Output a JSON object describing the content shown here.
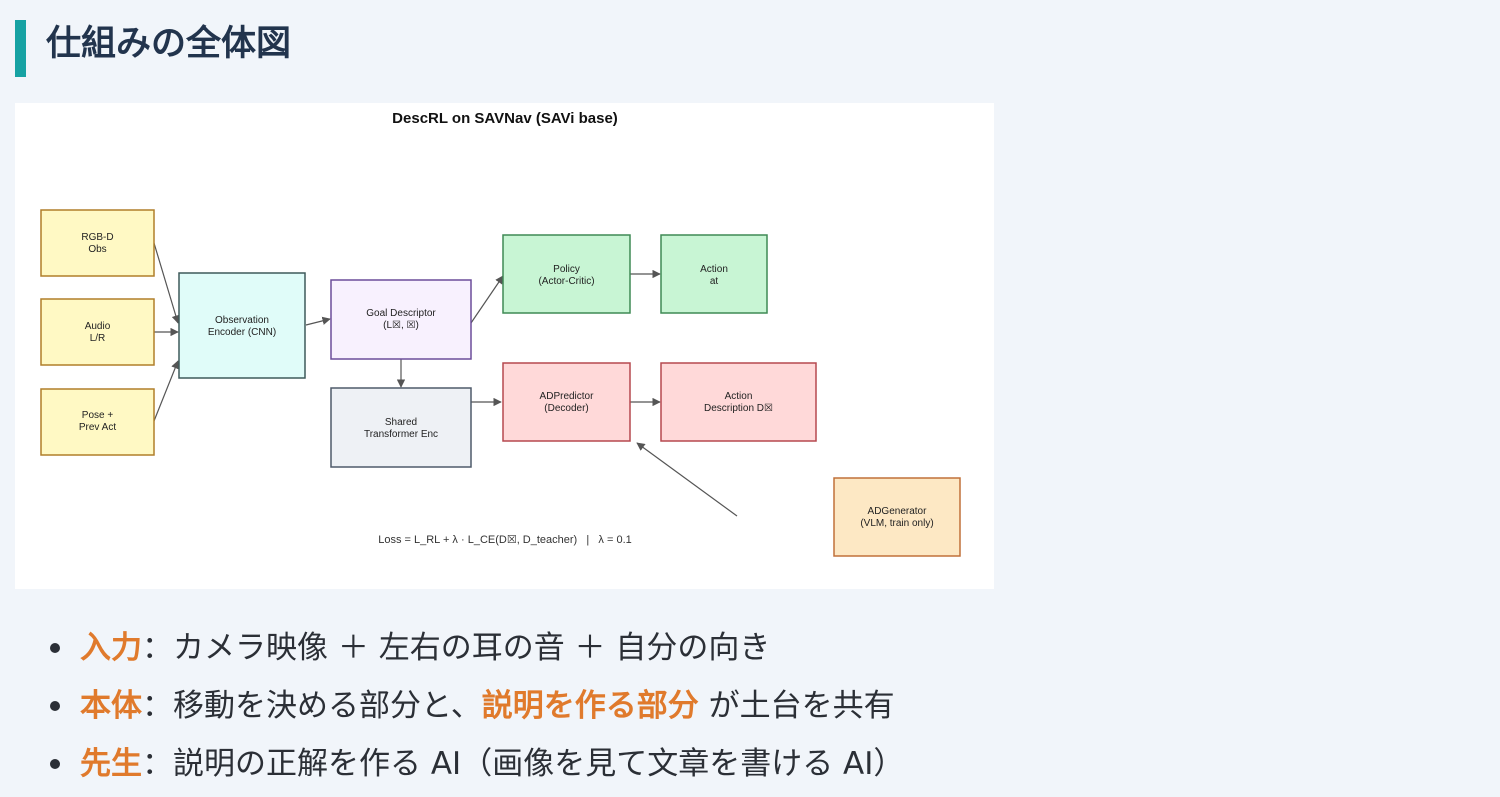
{
  "page": {
    "title": "仕組みの全体図"
  },
  "diagram": {
    "title": "DescRL on SAVNav (SAVi base)",
    "nodes": {
      "rgbd": [
        "RGB-D",
        "Obs"
      ],
      "audio": [
        "Audio",
        "L/R"
      ],
      "pose": [
        "Pose +",
        "Prev Act"
      ],
      "encoder": [
        "Observation",
        "Encoder (CNN)"
      ],
      "goal": [
        "Goal Descriptor",
        "(L☒, ☒)"
      ],
      "shared": [
        "Shared",
        "Transformer Enc"
      ],
      "policy": [
        "Policy",
        "(Actor-Critic)"
      ],
      "action": [
        "Action",
        "at"
      ],
      "adpredictor": [
        "ADPredictor",
        "(Decoder)"
      ],
      "actiondesc": [
        "Action",
        "Description D☒"
      ],
      "adgenerator": [
        "ADGenerator",
        "(VLM, train only)"
      ]
    },
    "loss_text": "Loss = L_RL + λ · L_CE(D☒, D_teacher)   |   λ = 0.1",
    "colors": {
      "input_fill": "#fff9c4",
      "input_stroke": "#b07f2a",
      "encoder_fill": "#e0fcf9",
      "encoder_stroke": "#3e5a5a",
      "goal_fill": "#f8f1fe",
      "goal_stroke": "#6c4d9a",
      "shared_fill": "#eef1f5",
      "shared_stroke": "#4f5a6a",
      "policy_fill": "#c8f5d4",
      "policy_stroke": "#3f8a55",
      "pred_fill": "#ffd9d9",
      "pred_stroke": "#b5484f",
      "gen_fill": "#fde8c4",
      "gen_stroke": "#c0703a"
    }
  },
  "bullets": [
    {
      "term": "入力",
      "sep": "：",
      "text": "カメラ映像 ＋ 左右の耳の音 ＋ 自分の向き"
    },
    {
      "term": "本体",
      "sep": "：",
      "text": "移動を決める部分と、",
      "emph": "説明を作る部分",
      "tail": " が土台を共有"
    },
    {
      "term": "先生",
      "sep": "：",
      "text": "説明の正解を作る AI（画像を見て文章を書ける AI）"
    }
  ]
}
